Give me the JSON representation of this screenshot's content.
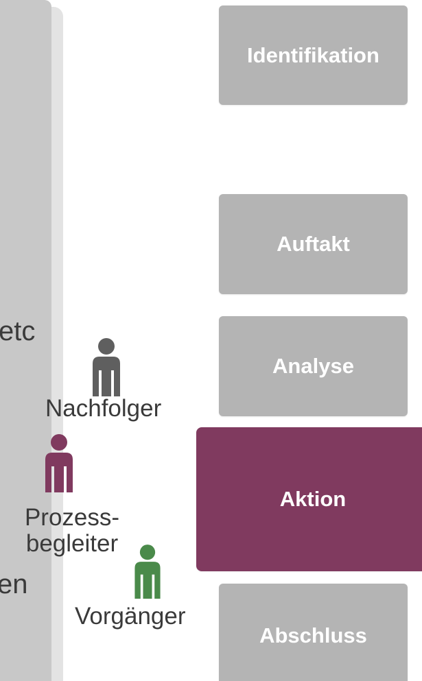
{
  "left_panel": {
    "text_fragments": [
      "etc",
      "en"
    ]
  },
  "phases": [
    {
      "label": "Identifikation",
      "active": false
    },
    {
      "label": "Auftakt",
      "active": false
    },
    {
      "label": "Analyse",
      "active": false
    },
    {
      "label": "Aktion",
      "active": true
    },
    {
      "label": "Abschluss",
      "active": false
    }
  ],
  "people": [
    {
      "label": "Nachfolger",
      "color": "#5f5f5f",
      "icon": "person-icon"
    },
    {
      "label_line1": "Prozess-",
      "label_line2": "begleiter",
      "color": "#803a5f",
      "icon": "person-icon"
    },
    {
      "label": "Vorgänger",
      "color": "#4a8a4a",
      "icon": "person-icon"
    }
  ],
  "colors": {
    "phase_inactive": "#b4b4b4",
    "phase_active": "#803a5f",
    "panel_light": "#e3e3e3",
    "panel_dark": "#c8c8c8"
  }
}
